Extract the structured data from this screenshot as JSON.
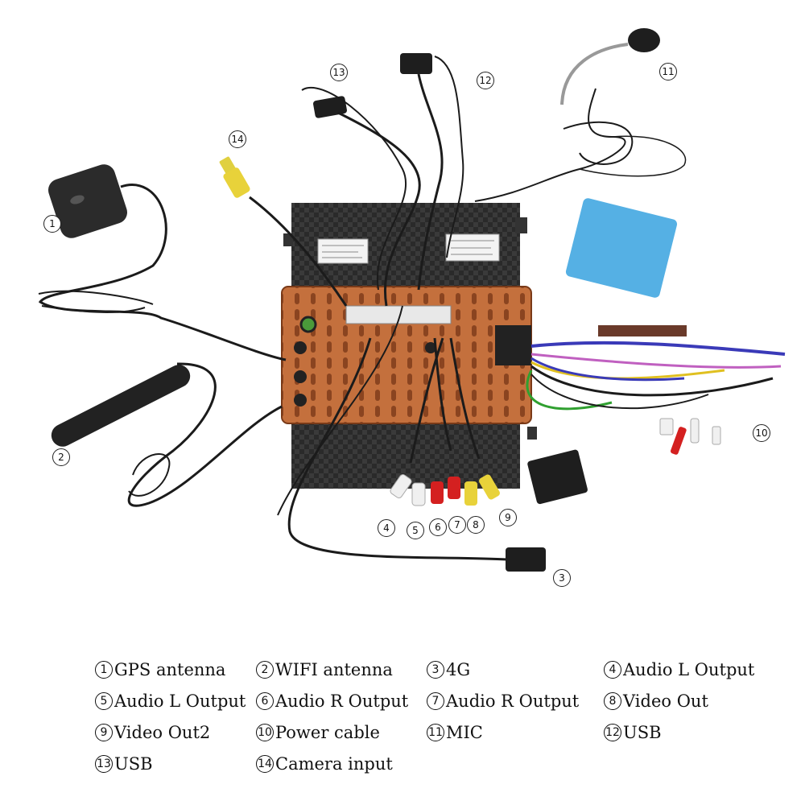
{
  "callouts": [
    "1",
    "2",
    "3",
    "4",
    "5",
    "6",
    "7",
    "8",
    "9",
    "10",
    "11",
    "12",
    "13",
    "14"
  ],
  "legend": [
    {
      "num": "1",
      "label": "GPS antenna"
    },
    {
      "num": "2",
      "label": "WIFI antenna"
    },
    {
      "num": "3",
      "label": "4G"
    },
    {
      "num": "4",
      "label": "Audio L Output"
    },
    {
      "num": "5",
      "label": "Audio L Output"
    },
    {
      "num": "6",
      "label": "Audio R Output"
    },
    {
      "num": "7",
      "label": "Audio R Output"
    },
    {
      "num": "8",
      "label": "Video Out"
    },
    {
      "num": "9",
      "label": "Video Out2"
    },
    {
      "num": "10",
      "label": "Power cable"
    },
    {
      "num": "11",
      "label": "MIC"
    },
    {
      "num": "12",
      "label": "USB"
    },
    {
      "num": "13",
      "label": "USB"
    },
    {
      "num": "14",
      "label": "Camera input"
    }
  ]
}
